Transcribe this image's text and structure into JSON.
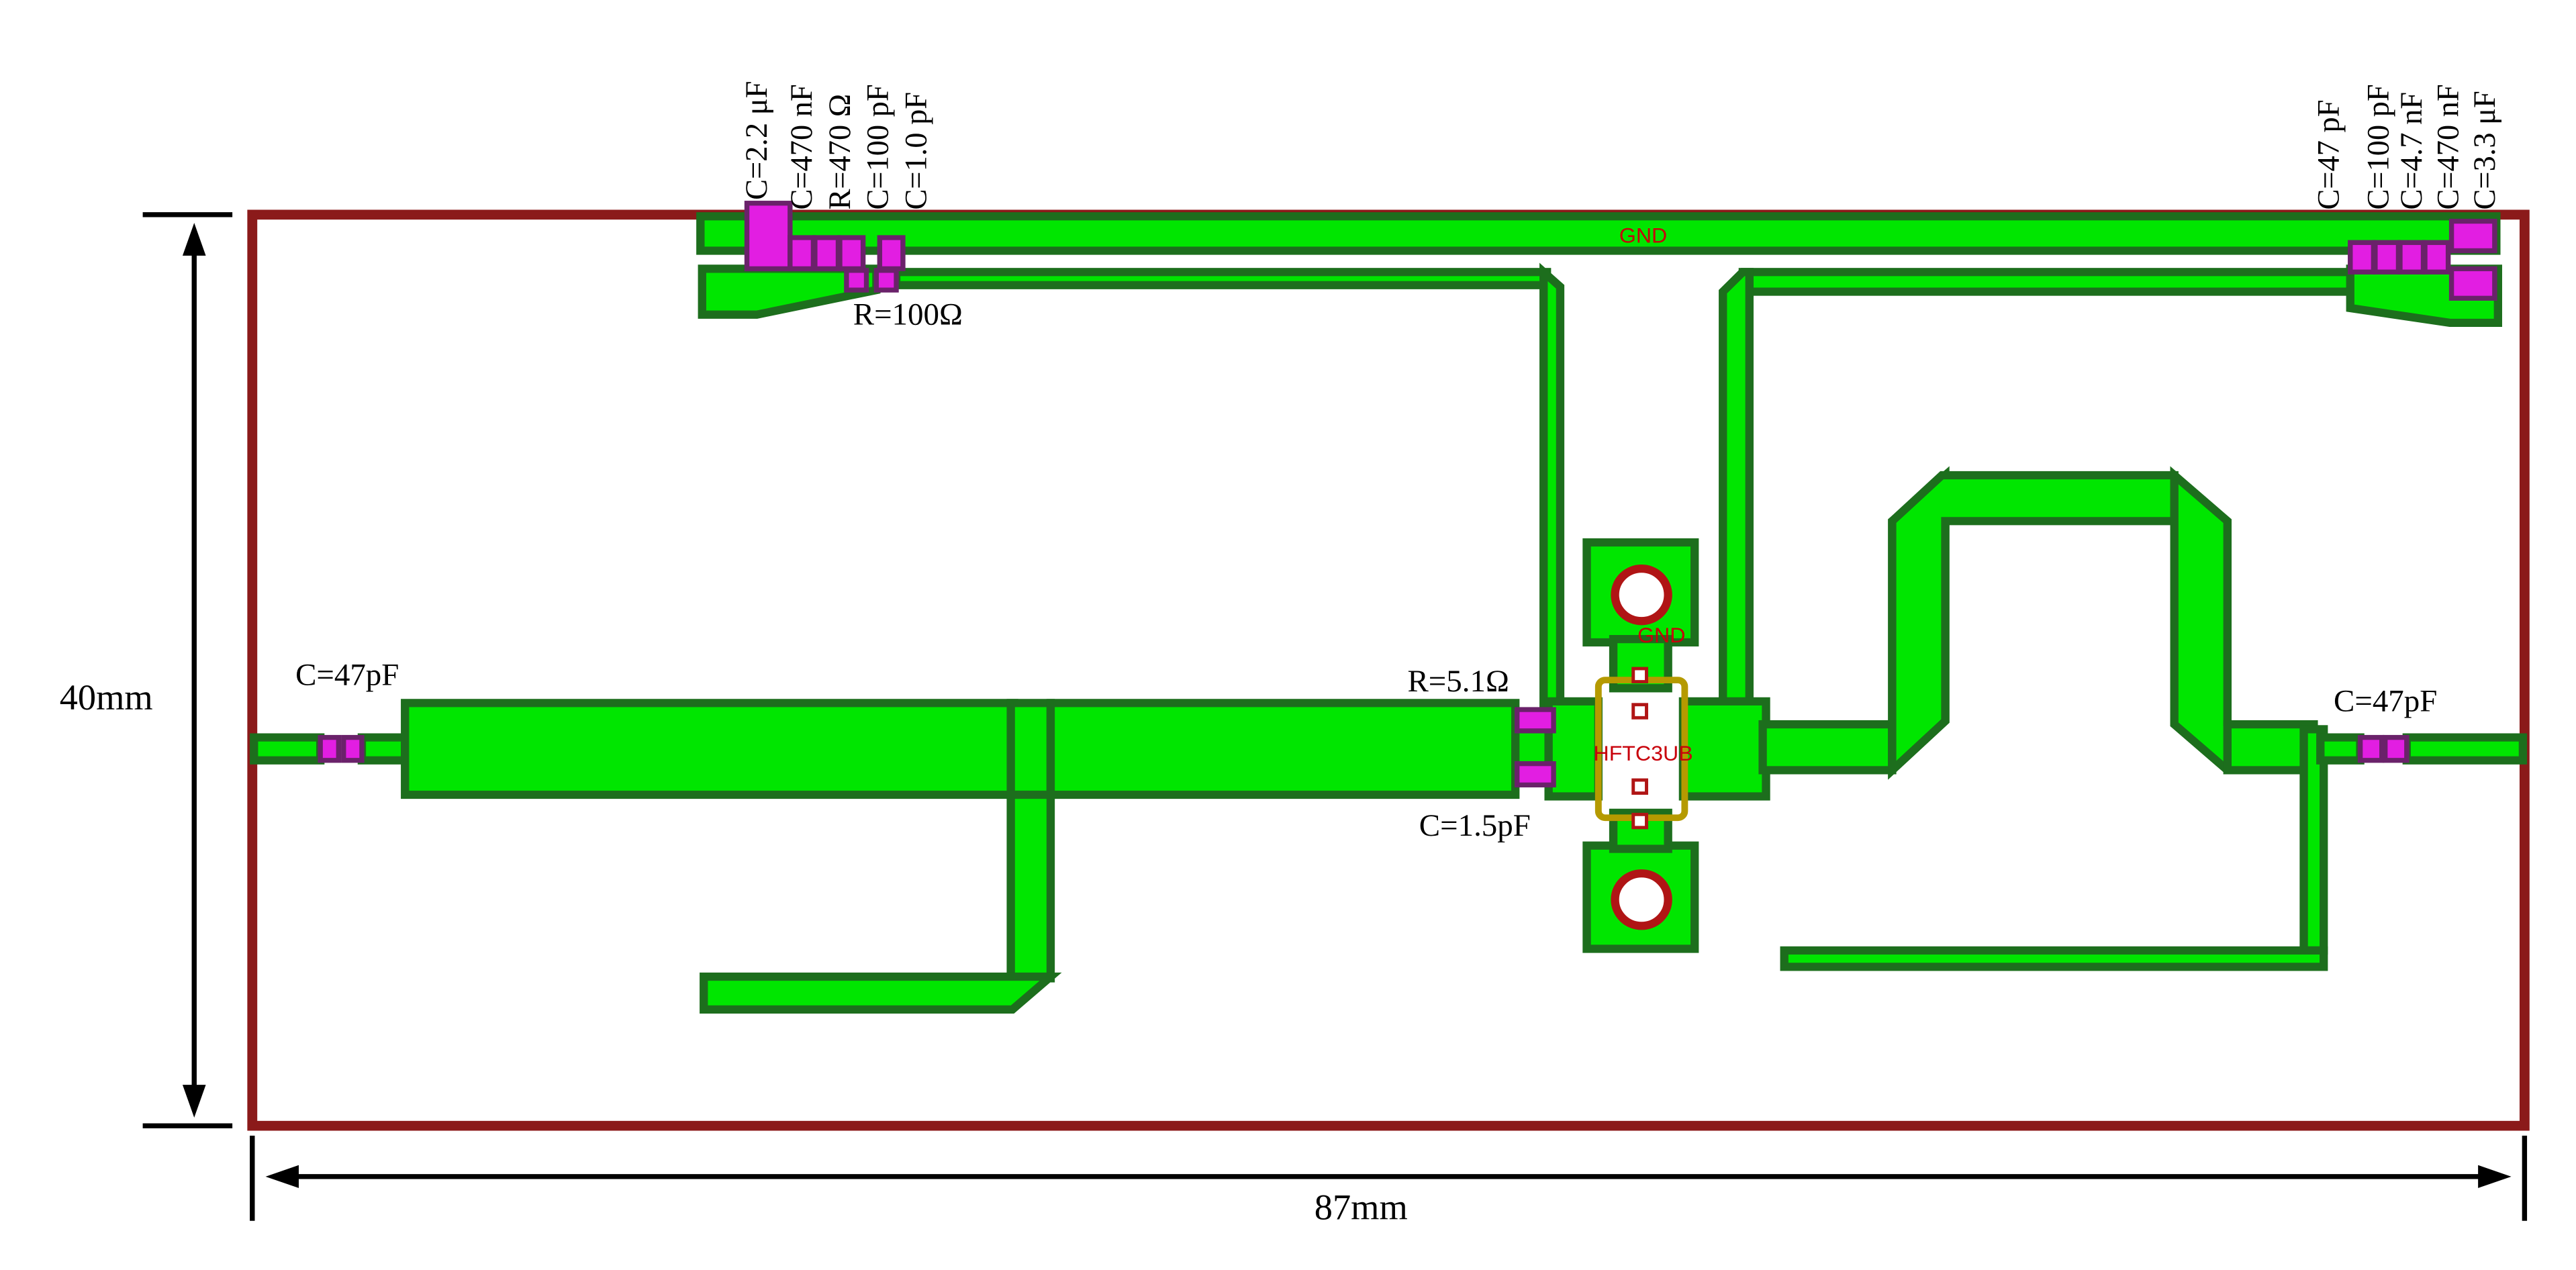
{
  "board": {
    "width_label": "87mm",
    "height_label": "40mm",
    "outline_color": "#8b1a1a",
    "copper_color": "#00e600",
    "pad_color": "#e21ee2"
  },
  "silkscreen": {
    "gnd_top": "GND",
    "gnd_device": "GND",
    "device": "HFTC3UB"
  },
  "components": {
    "top_left_group": [
      "C=2.2 μF",
      "C=470 nF",
      "R=470 Ω",
      "C=100 pF",
      "C=1.0 pF"
    ],
    "top_left_resistor": "R=100Ω",
    "top_right_group": [
      "C=47 pF",
      "C=100 pF",
      "C=4.7 nF",
      "C=470 nF",
      "C=3.3 μF"
    ],
    "input_cap": "C=47pF",
    "output_cap": "C=47pF",
    "gate_resistor": "R=5.1Ω",
    "gate_cap": "C=1.5pF"
  }
}
